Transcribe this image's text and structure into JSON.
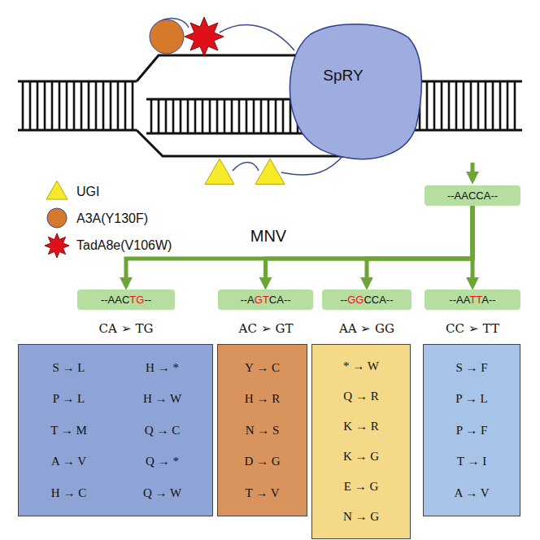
{
  "diagram": {
    "nodes": [
      {
        "text": [
          "SpRY"
        ]
      },
      {
        "text": [
          "--AACCA--"
        ]
      },
      {
        "text": [
          "--AACTG--"
        ]
      },
      {
        "text": [
          "--AGTCA--"
        ]
      },
      {
        "text": [
          "--GGCCA--"
        ]
      },
      {
        "text": [
          "--AATTA--"
        ]
      },
      {
        "text": [
          "S → L",
          "H → *",
          "P → L",
          "H → W",
          "T → M",
          "Q → C",
          "A → V",
          "Q → *",
          "H → C",
          "Q → W"
        ]
      },
      {
        "text": [
          "Y → C",
          "H → R",
          "N → S",
          "D → G",
          "T → V"
        ]
      },
      {
        "text": [
          "* → W",
          "Q → R",
          "K → R",
          "K → G",
          "E → G",
          "N → G"
        ]
      },
      {
        "text": [
          "S → F",
          "P → L",
          "P → F",
          "T → I",
          "A → V"
        ]
      }
    ],
    "edges": [
      {
        "from": 1,
        "to": 2,
        "arrow": "to"
      },
      {
        "from": 1,
        "to": 3,
        "arrow": "to"
      },
      {
        "from": 1,
        "to": 4,
        "arrow": "to"
      },
      {
        "from": 1,
        "to": 5,
        "arrow": "to"
      }
    ],
    "labels": [
      "MNV",
      "CA ➢ TG",
      "AC ➢ GT",
      "AA ➢ GG",
      "CC ➢ TT"
    ],
    "legend": [
      {
        "text": "UGI"
      },
      {
        "text": "A3A(Y130F)"
      },
      {
        "text": "TadA8e(V106W)"
      }
    ]
  }
}
